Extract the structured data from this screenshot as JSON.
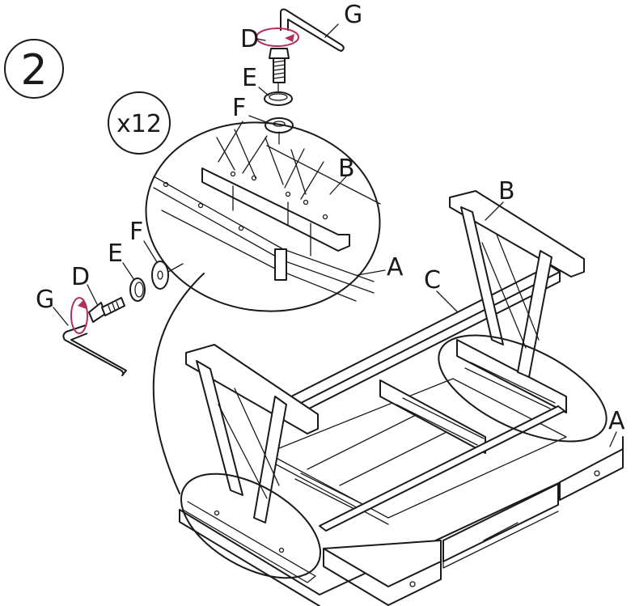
{
  "step": {
    "number": "2"
  },
  "detail": {
    "quantity": "x12"
  },
  "parts": {
    "a": "A",
    "b": "B",
    "c": "C",
    "d": "D",
    "e": "E",
    "f": "F",
    "g": "G"
  },
  "colors": {
    "line": "#1a1a1a",
    "rotation_arrow": "#b0305a",
    "background": "#ffffff"
  }
}
